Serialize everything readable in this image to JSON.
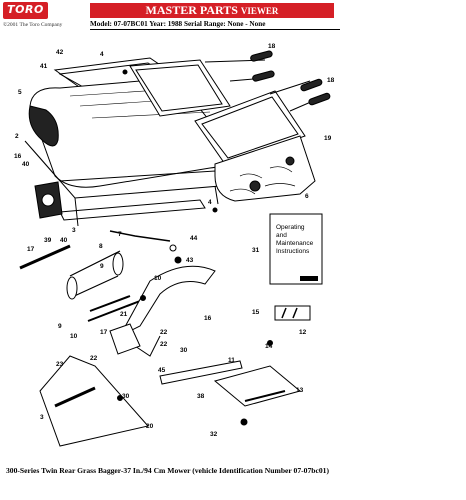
{
  "header": {
    "logo_text": "TORO",
    "copyright": "©2001 The Toro Company",
    "title_main": "MASTER PARTS",
    "title_suffix": "VIEWER",
    "model_line": "Model: 07-07BC01  Year: 1988  Serial Range: None - None"
  },
  "manual": {
    "line1": "Operating",
    "line2": "and",
    "line3": "Maintenance",
    "line4": "Instructions"
  },
  "callouts": [
    "42",
    "4",
    "18",
    "41",
    "5",
    "18",
    "19",
    "2",
    "16",
    "40",
    "6",
    "4",
    "39",
    "40",
    "17",
    "3",
    "8",
    "7",
    "44",
    "31",
    "43",
    "9",
    "10",
    "15",
    "16",
    "21",
    "12",
    "22",
    "14",
    "9",
    "10",
    "17",
    "22",
    "30",
    "23",
    "22",
    "11",
    "45",
    "38",
    "13",
    "3",
    "30",
    "20",
    "32"
  ],
  "caption": "300-Series Twin Rear Grass Bagger-37 In./94 Cm Mower (vehicle Identification Number 07-07bc01)"
}
